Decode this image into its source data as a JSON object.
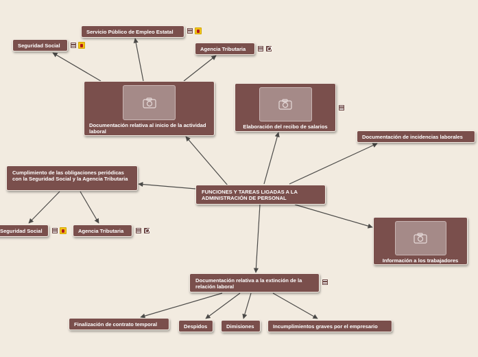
{
  "colors": {
    "node_fill": "#7a4f4c",
    "node_border": "#f5efe6",
    "edge": "#4b4a48",
    "background": "#f2ebe0",
    "flag_icon": "#f0c419"
  },
  "central": {
    "label": "FUNCIONES Y TAREAS LIGADAS A LA ADMINISTRACIÓN DE PERSONAL"
  },
  "nodes": {
    "doc_inicio": {
      "label": "Documentación relativa al inicio de la actividad laboral",
      "icon": "camera-icon"
    },
    "sepe": {
      "label": "Servicio Público de Empleo Estatal",
      "icons": [
        "note-icon",
        "flag-icon"
      ]
    },
    "seg_social_top": {
      "label": "Seguridad Social",
      "icons": [
        "note-icon",
        "flag-icon"
      ]
    },
    "agencia_top": {
      "label": "Agencia Tributaria",
      "icons": [
        "note-icon",
        "link-icon"
      ]
    },
    "recibo": {
      "label": "Elaboración del recibo de salarios",
      "icon": "camera-icon",
      "icons": [
        "note-icon"
      ]
    },
    "incidencias": {
      "label": "Documentación de incidencias laborales"
    },
    "cumplimiento": {
      "label": "Cumplimiento de las obligaciones periódicas con la Seguridad Social y la Agencia Tributaria"
    },
    "seg_social_left": {
      "label": "Seguridad Social",
      "icons": [
        "note-icon",
        "flag-icon"
      ]
    },
    "agencia_left": {
      "label": "Agencia Tributaria",
      "icons": [
        "note-icon",
        "link-icon"
      ]
    },
    "informacion": {
      "label": "Información a los trabajadores",
      "icon": "camera-icon"
    },
    "extincion": {
      "label": "Documentación relativa a la extinción de la relación laboral",
      "icons": [
        "note-icon"
      ]
    },
    "finalizacion": {
      "label": "Finalización de contrato temporal"
    },
    "despidos": {
      "label": "Despidos"
    },
    "dimisiones": {
      "label": "Dimisiones"
    },
    "incumplimientos": {
      "label": "Incumplimientos graves por el empresario"
    }
  }
}
